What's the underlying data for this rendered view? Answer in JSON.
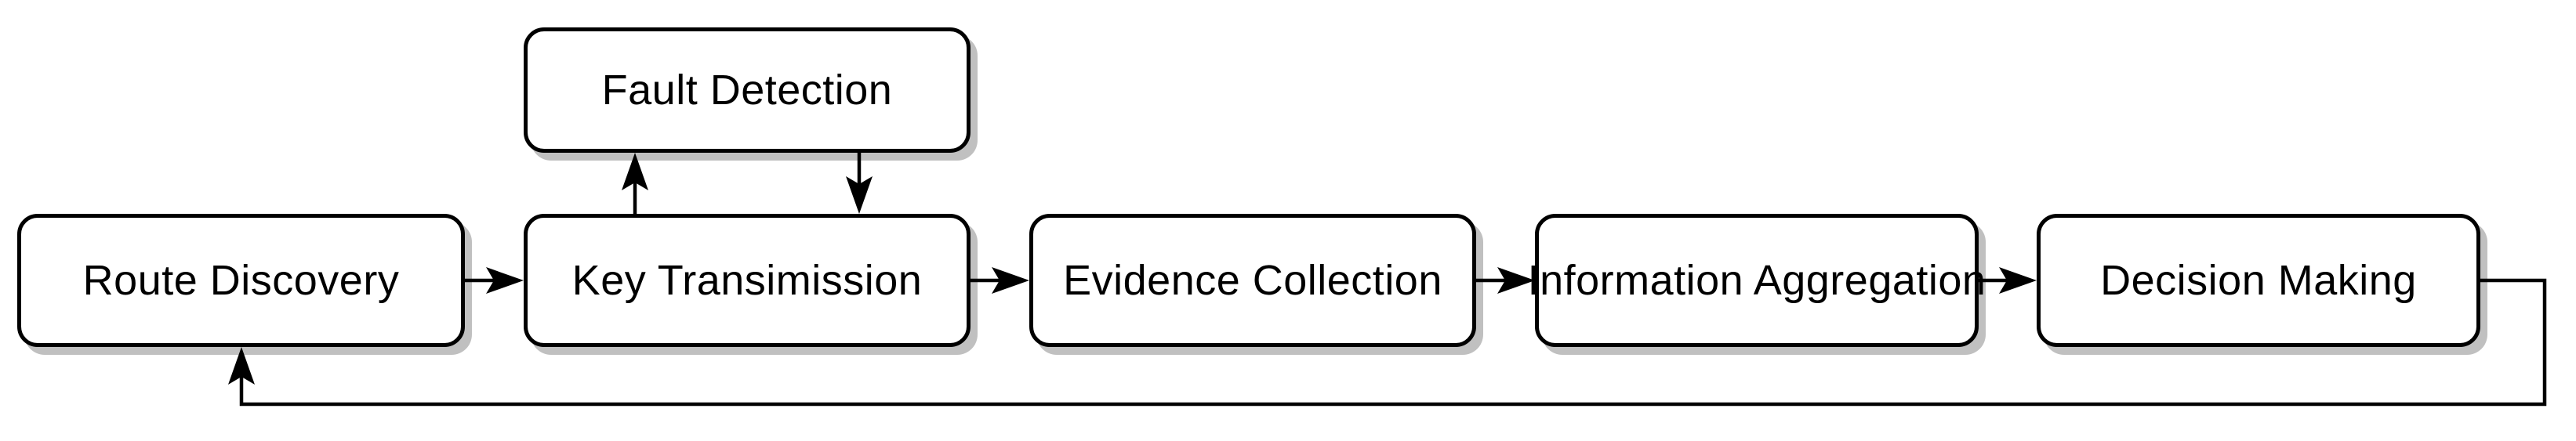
{
  "diagram_type": "flowchart",
  "background": "#ffffff",
  "nodes": {
    "fault_detection": {
      "label": "Fault Detection"
    },
    "route_discovery": {
      "label": "Route Discovery"
    },
    "key_transimission": {
      "label": "Key Transimission"
    },
    "evidence_collection": {
      "label": "Evidence Collection"
    },
    "information_aggregation": {
      "label": "Information Aggregation"
    },
    "decision_making": {
      "label": "Decision Making"
    }
  },
  "edges": [
    {
      "from": "route_discovery",
      "to": "key_transimission",
      "style": "arrow"
    },
    {
      "from": "key_transimission",
      "to": "fault_detection",
      "style": "arrow"
    },
    {
      "from": "fault_detection",
      "to": "key_transimission",
      "style": "arrow"
    },
    {
      "from": "key_transimission",
      "to": "evidence_collection",
      "style": "arrow"
    },
    {
      "from": "evidence_collection",
      "to": "information_aggregation",
      "style": "arrow"
    },
    {
      "from": "information_aggregation",
      "to": "decision_making",
      "style": "arrow"
    },
    {
      "from": "decision_making",
      "to": "route_discovery",
      "style": "feedback-loop-arrow"
    }
  ],
  "colors": {
    "node_fill": "#ffffff",
    "node_border": "#000000",
    "node_shadow": "#c0c0c0",
    "text": "#000000",
    "line": "#000000"
  }
}
